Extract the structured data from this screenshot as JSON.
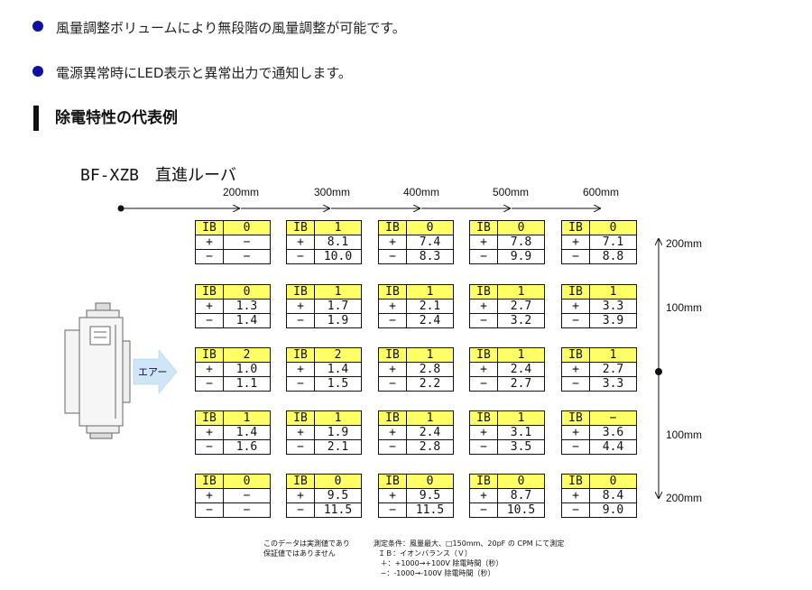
{
  "bullets": [
    "風量調整ボリュームにより無段階の風量調整が可能です。",
    "電源異常時にLED表示と異常出力で通知します。"
  ],
  "section_title": "除電特性の代表例",
  "diagram_title": "BF-XZB　直進ルーバ",
  "distances": [
    "200mm",
    "300mm",
    "400mm",
    "500mm",
    "600mm"
  ],
  "side_labels": [
    "200mm",
    "100mm",
    "100mm",
    "200mm"
  ],
  "air_label": "エアー",
  "row_labels": {
    "ib": "IB",
    "plus": "+",
    "minus": "−"
  },
  "grid": [
    [
      {
        "ib": "0",
        "plus": "−",
        "minus": "−"
      },
      {
        "ib": "1",
        "plus": "8.1",
        "minus": "10.0"
      },
      {
        "ib": "0",
        "plus": "7.4",
        "minus": "8.3"
      },
      {
        "ib": "0",
        "plus": "7.8",
        "minus": "9.9"
      },
      {
        "ib": "0",
        "plus": "7.1",
        "minus": "8.8"
      }
    ],
    [
      {
        "ib": "0",
        "plus": "1.3",
        "minus": "1.4"
      },
      {
        "ib": "1",
        "plus": "1.7",
        "minus": "1.9"
      },
      {
        "ib": "1",
        "plus": "2.1",
        "minus": "2.4"
      },
      {
        "ib": "1",
        "plus": "2.7",
        "minus": "3.2"
      },
      {
        "ib": "1",
        "plus": "3.3",
        "minus": "3.9"
      }
    ],
    [
      {
        "ib": "2",
        "plus": "1.0",
        "minus": "1.1"
      },
      {
        "ib": "2",
        "plus": "1.4",
        "minus": "1.5"
      },
      {
        "ib": "1",
        "plus": "2.8",
        "minus": "2.2"
      },
      {
        "ib": "1",
        "plus": "2.4",
        "minus": "2.7"
      },
      {
        "ib": "1",
        "plus": "2.7",
        "minus": "3.3"
      }
    ],
    [
      {
        "ib": "1",
        "plus": "1.4",
        "minus": "1.6"
      },
      {
        "ib": "1",
        "plus": "1.9",
        "minus": "2.1"
      },
      {
        "ib": "1",
        "plus": "2.4",
        "minus": "2.8"
      },
      {
        "ib": "1",
        "plus": "3.1",
        "minus": "3.5"
      },
      {
        "ib": "−",
        "plus": "3.6",
        "minus": "4.4"
      }
    ],
    [
      {
        "ib": "0",
        "plus": "−",
        "minus": "−"
      },
      {
        "ib": "0",
        "plus": "9.5",
        "minus": "11.5"
      },
      {
        "ib": "0",
        "plus": "9.5",
        "minus": "11.5"
      },
      {
        "ib": "0",
        "plus": "8.7",
        "minus": "10.5"
      },
      {
        "ib": "0",
        "plus": "8.4",
        "minus": "9.0"
      }
    ]
  ],
  "notes": {
    "left": "このデータは実測値であり\n保証値ではありません",
    "right": "測定条件：風量最大、□150mm、20pF の CPM にて測定\n  ＩＢ：イオンバランス（Ｖ）\n   ＋：+1000→+100V 除電時間（秒）\n   −：-1000→-100V 除電時間（秒）"
  },
  "colors": {
    "header_fill": "#ffff66",
    "bullet": "#1010a0",
    "air_arrow": "#cfe6f6"
  }
}
